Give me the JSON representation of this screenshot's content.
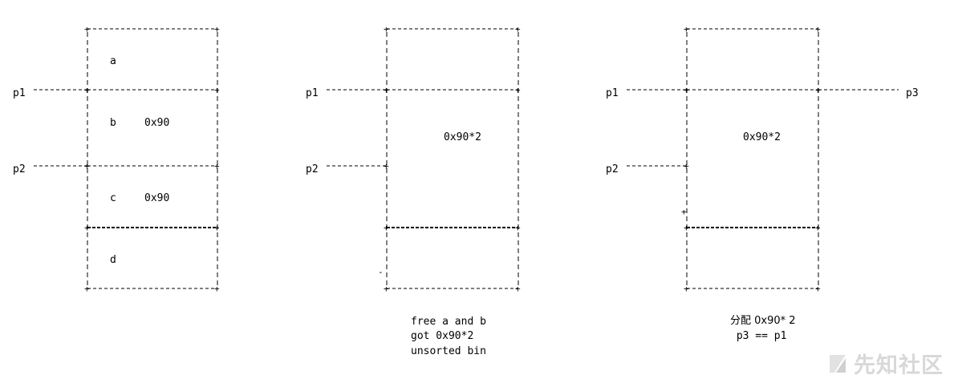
{
  "panel1": {
    "labels": {
      "p1": "p1",
      "p2": "p2"
    },
    "chunk_a": "a",
    "chunk_b": "b",
    "chunk_b_size": "0x90",
    "chunk_c": "c",
    "chunk_c_size": "0x90",
    "chunk_d": "d"
  },
  "panel2": {
    "labels": {
      "p1": "p1",
      "p2": "p2"
    },
    "merged_size": "0x90*2",
    "caption": [
      "free a and b",
      "got 0x90*2",
      "unsorted bin"
    ]
  },
  "panel3": {
    "labels": {
      "p1": "p1",
      "p2": "p2",
      "p3": "p3"
    },
    "merged_size": "0x90*2",
    "caption": [
      "分配 0x90* 2",
      " p3 == p1"
    ]
  },
  "watermark": {
    "text": "先知社区"
  }
}
